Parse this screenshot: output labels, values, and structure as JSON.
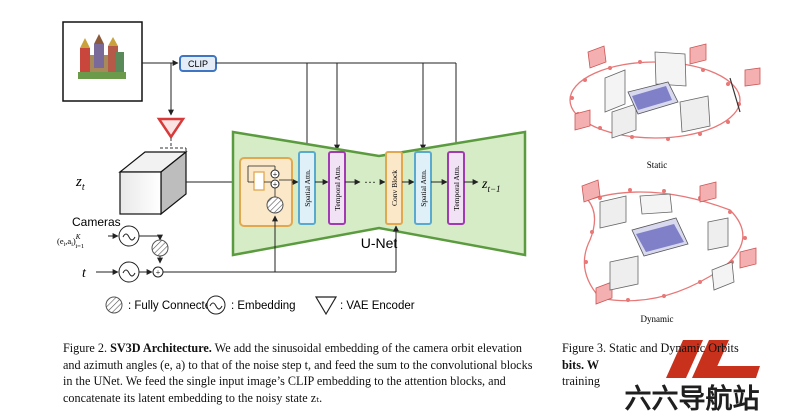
{
  "diagram": {
    "clip_label": "CLIP",
    "z_t": "z",
    "z_t_sub": "t",
    "z_out": "z",
    "z_out_sub": "t−1",
    "cameras_label": "Cameras",
    "cameras_expr": "(e",
    "cameras_expr_mid": ",a",
    "cameras_expr_end": ")",
    "cameras_sub_i": "i",
    "cameras_sup": "K",
    "cameras_sub2": "i=1",
    "t_label": "t",
    "spatial_attn": "Spatial Attn.",
    "temporal_attn": "Temporal Attn.",
    "conv_block": "Conv Block",
    "dots": "···",
    "unet_label": "U-Net",
    "legend": {
      "fully_connected": ": Fully Connected",
      "embedding": ": Embedding",
      "vae_encoder": ": VAE Encoder"
    },
    "static_label": "Static",
    "dynamic_label": "Dynamic",
    "colors": {
      "unet_fill": "#d6ecc6",
      "unet_stroke": "#5b9b3f",
      "spatial": "#5aa9cf",
      "temporal": "#a23bb3",
      "conv": "#e2a84f",
      "vae": "#d83a3a",
      "clip": "#3f76c4",
      "camera": "#e87777"
    }
  },
  "caption_left": {
    "fig_label": "Figure 2.",
    "title": "SV3D Architecture.",
    "line1": "We add the sinusoidal embedding of the camera orbit elevation",
    "line2": "and azimuth angles (e, a) to that of the noise step t, and feed the sum to the convolutional blocks",
    "line3": "in the UNet.  We feed the single input image’s CLIP embedding to the attention blocks, and",
    "line4": "concatenate its latent embedding to the noisy state zₜ."
  },
  "caption_right": {
    "line1": "Figure 3.  Static and Dynamic Orbits",
    "line2": "bits. W",
    "line3": "training"
  },
  "watermark": {
    "text": "六六导航站"
  }
}
